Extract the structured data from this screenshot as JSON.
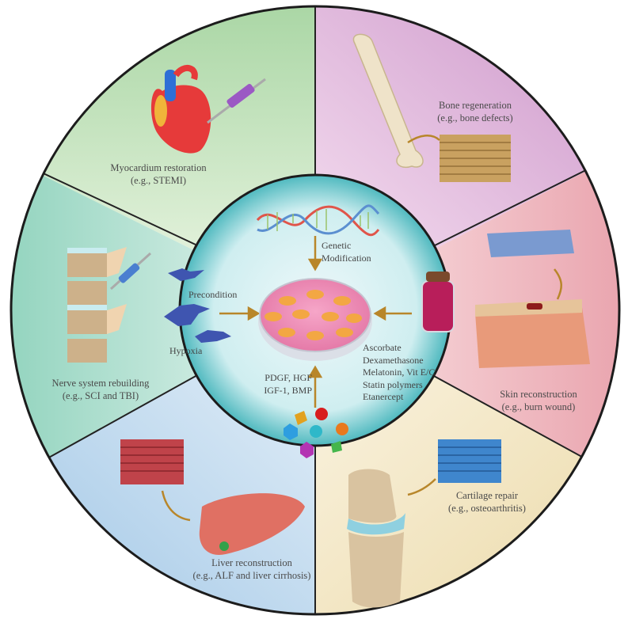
{
  "diagram": {
    "title": "",
    "center": {
      "genetic_modification": [
        "Genetic",
        "Modification"
      ],
      "precondition": "Precondition",
      "hypoxia": "Hypoxia",
      "growth_factors": [
        "PDGF, HGF",
        "IGF-1, BMP"
      ],
      "drugs": [
        "Ascorbate",
        "Dexamethasone",
        "Melatonin, Vit E/C",
        "Statin polymers",
        "Etanercept"
      ]
    },
    "segments": [
      {
        "id": "myocardium",
        "title": "Myocardium restoration",
        "example": "(e.g., STEMI)",
        "color": "#d9ecd2"
      },
      {
        "id": "bone",
        "title": "Bone regeneration",
        "example": "(e.g., bone defects)",
        "color": "#ecd3ea"
      },
      {
        "id": "skin",
        "title": "Skin reconstruction",
        "example": "(e.g., burn wound)",
        "color": "#f6d3d6"
      },
      {
        "id": "cartilage",
        "title": "Cartilage repair",
        "example": "(e.g., osteoarthritis)",
        "color": "#f8f0d6"
      },
      {
        "id": "liver",
        "title": "Liver reconstruction",
        "example": "(e.g., ALF and liver cirrhosis)",
        "color": "#d7e6f2"
      },
      {
        "id": "nerve",
        "title": "Nerve system rebuilding",
        "example": "(e.g., SCI and TBI)",
        "color": "#d4ece4"
      }
    ],
    "icons": [
      "heart-icon",
      "syringe-icon",
      "bone-icon",
      "scaffold-icon",
      "skin-patch-icon",
      "skin-block-icon",
      "cartilage-scaffold-icon",
      "knee-joint-icon",
      "liver-scaffold-icon",
      "liver-icon",
      "spine-icon",
      "dna-icon",
      "petri-dish-icon",
      "cell-icon",
      "vial-icon",
      "growth-factor-beads-icon"
    ]
  }
}
